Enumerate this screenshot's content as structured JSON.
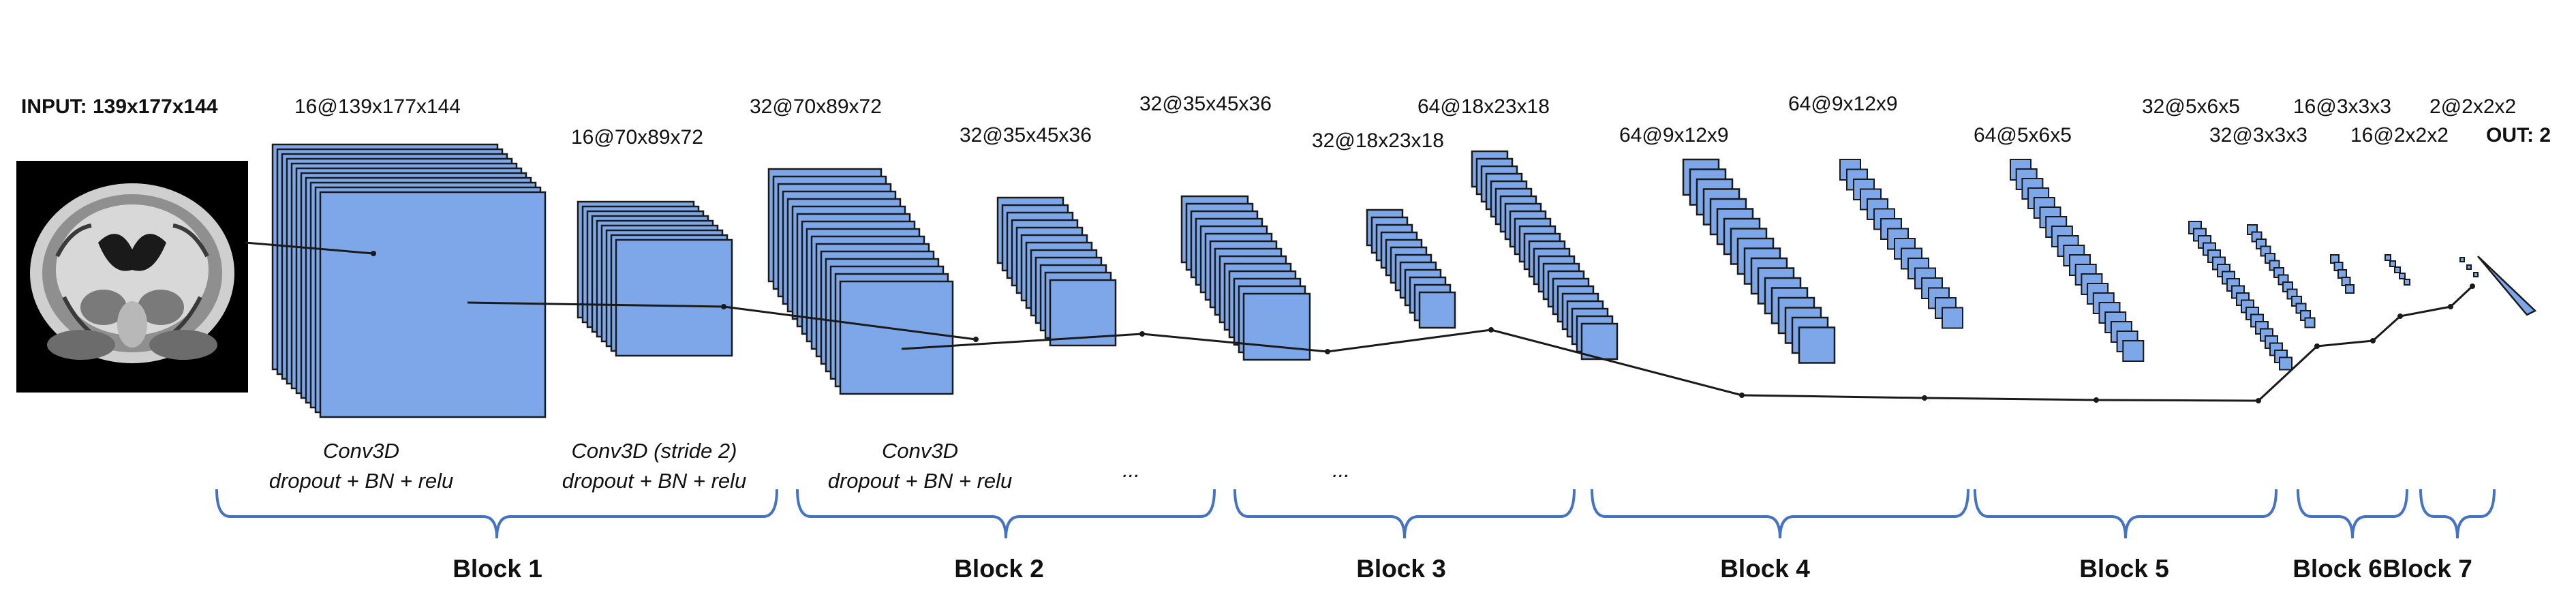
{
  "input_label": "INPUT: 139x177x144",
  "output_label": "OUT: 2",
  "colors": {
    "fill": "#7da7e8",
    "stroke": "#1a1a1a",
    "brace": "#4472c4"
  },
  "dims": [
    "16@139x177x144",
    "16@70x89x72",
    "32@70x89x72",
    "32@35x45x36",
    "32@35x45x36",
    "32@18x23x18",
    "64@18x23x18",
    "64@9x12x9",
    "64@9x12x9",
    "64@5x6x5",
    "32@5x6x5",
    "32@3x3x3",
    "16@3x3x3",
    "16@2x2x2",
    "2@2x2x2"
  ],
  "ops": {
    "conv3d_title": "Conv3D",
    "conv3d_sub": "dropout + BN + relu",
    "stride_title": "Conv3D (stride 2)",
    "stride_sub": "dropout + BN +  relu",
    "conv3d_title_2": "Conv3D",
    "conv3d_sub_2": "dropout + BN + relu",
    "ellipsis_1": "...",
    "ellipsis_2": "..."
  },
  "blocks": [
    "Block 1",
    "Block 2",
    "Block 3",
    "Block 4",
    "Block 5",
    "Block 6",
    "Block 7"
  ]
}
